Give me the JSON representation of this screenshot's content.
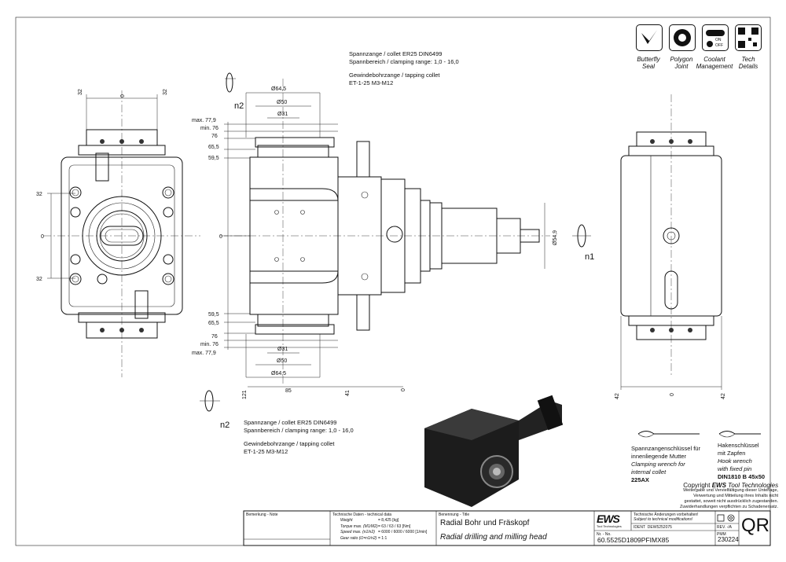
{
  "top_notes": {
    "collet_line": "Spannzange / collet    ER25    DIN6499",
    "range_line": "Spannbereich / clamping range: 1,0 - 16,0",
    "tapping_line": "Gewindebohrzange / tapping collet",
    "tapping_spec": "ET-1-25    M3-M12"
  },
  "bottom_notes": {
    "collet_line": "Spannzange / collet    ER25    DIN6499",
    "range_line": "Spannbereich / clamping range: 1,0 - 16,0",
    "tapping_line": "Gewindebohrzange / tapping collet",
    "tapping_spec": "ET-1-25    M3-M12"
  },
  "icons": [
    {
      "name": "butterfly-icon",
      "label1": "Butterfly",
      "label2": "Seal"
    },
    {
      "name": "gear-icon",
      "label1": "Polygon",
      "label2": "Joint"
    },
    {
      "name": "coolant-switch-icon",
      "label1": "Coolant",
      "label2": "Management",
      "on": "ON",
      "off": "OFF"
    },
    {
      "name": "qr-code-icon",
      "label1": "Tech",
      "label2": "Details"
    }
  ],
  "dims": {
    "left_top_a": "32",
    "left_top_0": "0",
    "left_top_b": "32",
    "left_side_a": "32",
    "left_side_0": "0",
    "left_side_b": "32",
    "d645": "Ø64,5",
    "d50": "Ø50",
    "d31": "Ø31",
    "max779": "max. 77,9",
    "min76": "min. 76",
    "v76": "76",
    "v655": "65,5",
    "v595": "59,5",
    "v0": "0",
    "d549": "Ø54,9",
    "b_595": "59,5",
    "b_655": "65,5",
    "b_76": "76",
    "b_min76": "min. 76",
    "b_max779": "max. 77,9",
    "b_d31": "Ø31",
    "b_d50": "Ø50",
    "b_d645": "Ø64,5",
    "h121": "121",
    "h85": "85",
    "h41": "41",
    "h0": "0",
    "r42a": "42",
    "r0": "0",
    "r42b": "42",
    "n1": "n1",
    "n2_top": "n2",
    "n2_bottom": "n2"
  },
  "wrench_left": {
    "line1": "Spannzangenschlüssel für",
    "line2": "innenliegende Mutter",
    "line3": "Clamping wrench for",
    "line4": "internal collet",
    "code": "225AX"
  },
  "wrench_right": {
    "line1": "Hakenschlüssel",
    "line2": "mit Zapfen",
    "line3": "Hook wrench",
    "line4": "with fixed pin",
    "code": "DIN1810 B 45x50"
  },
  "copyright": {
    "title_pre": "Copyright ",
    "brand": "EWS",
    "title_post": " Tool Technologies",
    "l1": "Weitergabe und Vervielfältigung dieser Unterlage,",
    "l2": "Verwertung und Mitteilung ihres Inhalts nicht",
    "l3": "gestattet, soweit nicht ausdrücklich zugestanden.",
    "l4": "Zuwiderhandlungen verpflichten zu Schadenersatz."
  },
  "title_block": {
    "remark_label": "Bemerkung - Note",
    "tech_label": "Technische Daten - technical data",
    "weight_label": "Weight",
    "weight_val": "= 8,425 [kg]",
    "torque_label": "Torque max. (M1/M2)",
    "torque_val": "= 63 / 63 / 63 [Nm]",
    "speed_label": "Speed max. (n1/n2)",
    "speed_val": "= 6000 / 6000 / 6000 [1/min]",
    "ratio_label": "Gear ratio (i1=n1/n2)",
    "ratio_val": "= 1:1",
    "designation_label": "Benennung - Title",
    "title_de": "Radial Bohr und Fräskopf",
    "title_en": "Radial drilling and milling head",
    "logo": "EWS",
    "logo_sub": "Tool Technologies",
    "change_l1": "Technische Änderungen vorbehalten!",
    "change_l2": "Subject to technical modifications!",
    "ident_label": "IDENT",
    "ident_val": "DEW5252075",
    "rev_label": "REV.",
    "rev_val": "-/A",
    "no_label": "Nr. - No.",
    "part_no": "60.5525D1809PFIMX85",
    "date_label": "PMM",
    "date_val": "230224",
    "qr": "QR"
  }
}
